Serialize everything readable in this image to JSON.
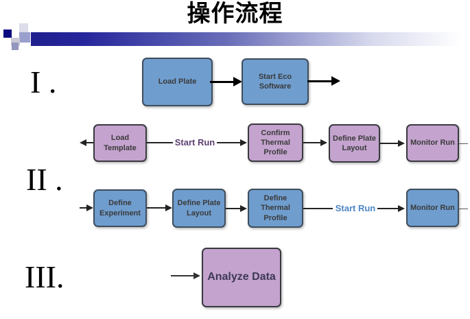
{
  "slide": {
    "title": "操作流程"
  },
  "diagram": {
    "numerals": [
      "I .",
      "II .",
      "III."
    ],
    "row1": {
      "boxes": [
        "Load Plate",
        "Start Eco\nSoftware"
      ]
    },
    "row2": {
      "top": {
        "boxes": [
          "Load\nTemplate",
          "Confirm\nThermal\nProfile",
          "Define Plate\nLayout",
          "Monitor Run"
        ],
        "connector_label": "Start Run"
      },
      "bottom": {
        "boxes": [
          "Define\nExperiment",
          "Define Plate\nLayout",
          "Define\nThermal\nProfile",
          "Monitor Run"
        ],
        "connector_label": "Start Run"
      }
    },
    "row3": {
      "box": "Analyze Data"
    }
  },
  "colors": {
    "blue_box_fill": "#6f9dce",
    "blue_box_border": "#3e4d5c",
    "purple_box_fill": "#c4a3ce",
    "purple_box_border": "#39393f",
    "start_run_top_label": "#5d3f72",
    "start_run_bottom_label": "#4e86c6",
    "accent_bar": "#22218f",
    "title_text": "#000000"
  }
}
